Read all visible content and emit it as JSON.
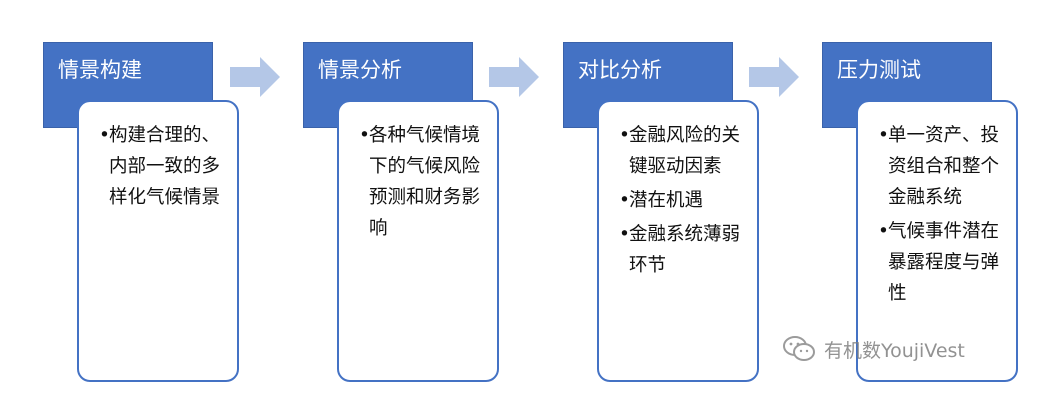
{
  "stages": [
    {
      "title": "情景构建",
      "bullets": [
        "构建合理的、内部一致的多样化气候情景"
      ]
    },
    {
      "title": "情景分析",
      "bullets": [
        "各种气候情境下的气候风险预测和财务影响"
      ]
    },
    {
      "title": "对比分析",
      "bullets": [
        "金融风险的关键驱动因素",
        "潜在机遇",
        "金融系统薄弱环节"
      ]
    },
    {
      "title": "压力测试",
      "bullets": [
        "单一资产、投资组合和整个金融系统",
        "气候事件潜在暴露程度与弹性"
      ]
    }
  ],
  "bullet_symbol": "•",
  "watermark": {
    "text": "有机数YoujiVest",
    "icon": "wechat-icon"
  },
  "colors": {
    "header_fill": "#4472c4",
    "header_text": "#ffffff",
    "body_border": "#4472c4",
    "arrow_fill": "#b4c7e7"
  }
}
